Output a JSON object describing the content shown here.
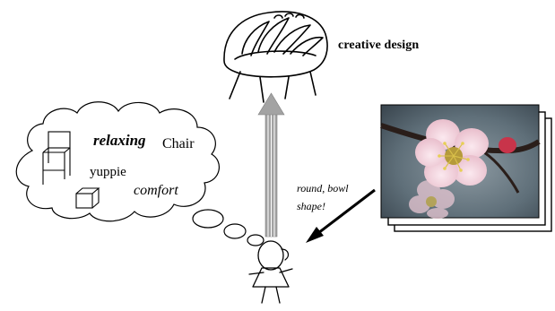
{
  "labels": {
    "creative_design": "creative design",
    "relaxing": "relaxing",
    "chair": "Chair",
    "yuppie": "yuppie",
    "comfort": "comfort",
    "idea_line1": "round, bowl",
    "idea_line2": "shape!"
  },
  "colors": {
    "ink": "#000000",
    "up_arrow": "#a3a3a3",
    "photo_bg": "#6a7a84",
    "blossom": "#f3dbe4",
    "blossom_center": "#d9c04a"
  },
  "icons": {
    "chair_design": "bowl-chair-sketch",
    "thought_chair": "chair-sketch",
    "thought_box": "cube-sketch",
    "person": "stick-figure",
    "photo": "plum-blossom-photo-stack"
  }
}
